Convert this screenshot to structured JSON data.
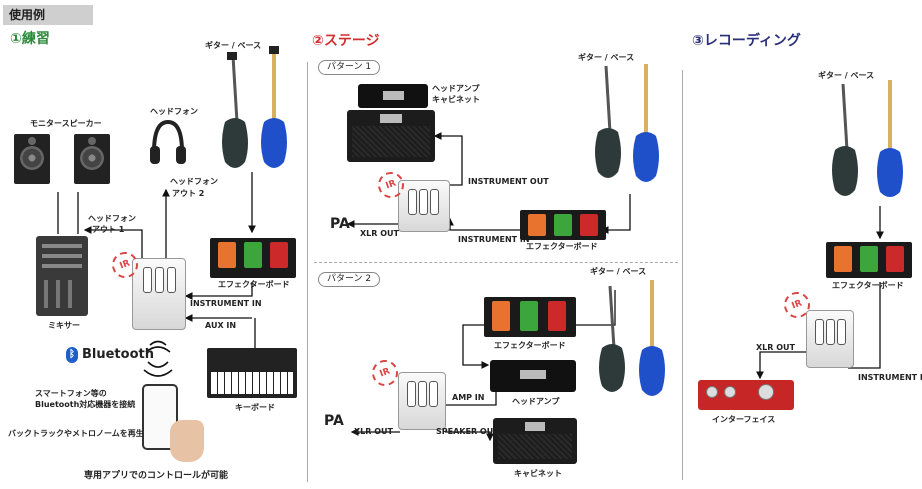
{
  "header": {
    "title": "使用例"
  },
  "sections": {
    "practice": {
      "title": "①練習"
    },
    "stage": {
      "title": "②ステージ"
    },
    "recording": {
      "title": "③レコーディング"
    }
  },
  "practice": {
    "guitar_bass": "ギター / ベース",
    "headphones": "ヘッドフォン",
    "monitor_speaker": "モニタースピーカー",
    "headphone_out1_a": "ヘッドフォン",
    "headphone_out1_b": "アウト 1",
    "headphone_out2_a": "ヘッドフォン",
    "headphone_out2_b": "アウト 2",
    "mixer": "ミキサー",
    "effects_board": "エフェクターボード",
    "instrument_in": "INSTRUMENT IN",
    "aux_in": "AUX IN",
    "keyboard": "キーボード",
    "bluetooth": "Bluetooth",
    "smartphone_a": "スマートフォン等の",
    "smartphone_b": "Bluetooth対応機器を接続",
    "backing": "バックトラックやメトロノームを再生",
    "app_control": "専用アプリでのコントロールが可能"
  },
  "stage": {
    "pattern1": "パターン 1",
    "pattern2": "パターン 2",
    "amp_cab_a": "ヘッドアンプ",
    "amp_cab_b": "キャビネット",
    "instrument_out": "INSTRUMENT OUT",
    "instrument_in": "INSTRUMENT IN",
    "effects_board1": "エフェクターボード",
    "guitar_bass1": "ギター / ベース",
    "pa1": "PA",
    "xlr_out1": "XLR OUT",
    "guitar_bass2": "ギター / ベース",
    "effects_board2": "エフェクターボード",
    "amp_in": "AMP IN",
    "head_amp": "ヘッドアンプ",
    "pa2": "PA",
    "xlr_out2": "XLR OUT",
    "speaker_out": "SPEAKER OUT",
    "cabinet": "キャビネット"
  },
  "recording": {
    "guitar_bass": "ギター / ベース",
    "effects_board": "エフェクターボード",
    "xlr_out": "XLR OUT",
    "instrument_in": "INSTRUMENT IN",
    "interface": "インターフェイス"
  },
  "badges": {
    "ir": "IR"
  },
  "colors": {
    "practice": "#2e8b3a",
    "stage": "#d0302f",
    "recording": "#2a2f7a",
    "guitar_body": "#2e3a3a",
    "bass_body": "#1f4fc9"
  }
}
